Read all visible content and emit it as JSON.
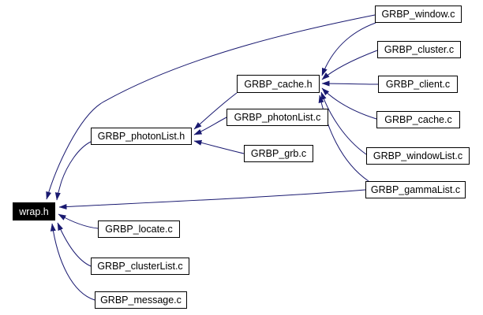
{
  "diagram": {
    "type": "include-dependency-graph",
    "background_color": "#ffffff",
    "edge_color": "#191970",
    "node_border_color": "#000000",
    "node_fill_color": "#ffffff",
    "focus_node_fill_color": "#000000",
    "focus_node_text_color": "#ffffff"
  },
  "nodes": [
    {
      "label": "wrap.h",
      "focus": true
    },
    {
      "label": "GRBP_photonList.h",
      "focus": false
    },
    {
      "label": "GRBP_cache.h",
      "focus": false
    },
    {
      "label": "GRBP_window.c",
      "focus": false
    },
    {
      "label": "GRBP_cluster.c",
      "focus": false
    },
    {
      "label": "GRBP_client.c",
      "focus": false
    },
    {
      "label": "GRBP_cache.c",
      "focus": false
    },
    {
      "label": "GRBP_windowList.c",
      "focus": false
    },
    {
      "label": "GRBP_gammaList.c",
      "focus": false
    },
    {
      "label": "GRBP_photonList.c",
      "focus": false
    },
    {
      "label": "GRBP_grb.c",
      "focus": false
    },
    {
      "label": "GRBP_locate.c",
      "focus": false
    },
    {
      "label": "GRBP_clusterList.c",
      "focus": false
    },
    {
      "label": "GRBP_message.c",
      "focus": false
    }
  ],
  "edges": [
    {
      "from": "GRBP_window.c",
      "to": "wrap.h"
    },
    {
      "from": "GRBP_photonList.h",
      "to": "wrap.h"
    },
    {
      "from": "GRBP_gammaList.c",
      "to": "wrap.h"
    },
    {
      "from": "GRBP_locate.c",
      "to": "wrap.h"
    },
    {
      "from": "GRBP_clusterList.c",
      "to": "wrap.h"
    },
    {
      "from": "GRBP_message.c",
      "to": "wrap.h"
    },
    {
      "from": "GRBP_cache.h",
      "to": "GRBP_photonList.h"
    },
    {
      "from": "GRBP_photonList.c",
      "to": "GRBP_photonList.h"
    },
    {
      "from": "GRBP_grb.c",
      "to": "GRBP_photonList.h"
    },
    {
      "from": "GRBP_window.c",
      "to": "GRBP_cache.h"
    },
    {
      "from": "GRBP_cluster.c",
      "to": "GRBP_cache.h"
    },
    {
      "from": "GRBP_client.c",
      "to": "GRBP_cache.h"
    },
    {
      "from": "GRBP_cache.c",
      "to": "GRBP_cache.h"
    },
    {
      "from": "GRBP_windowList.c",
      "to": "GRBP_cache.h"
    },
    {
      "from": "GRBP_gammaList.c",
      "to": "GRBP_cache.h"
    }
  ]
}
